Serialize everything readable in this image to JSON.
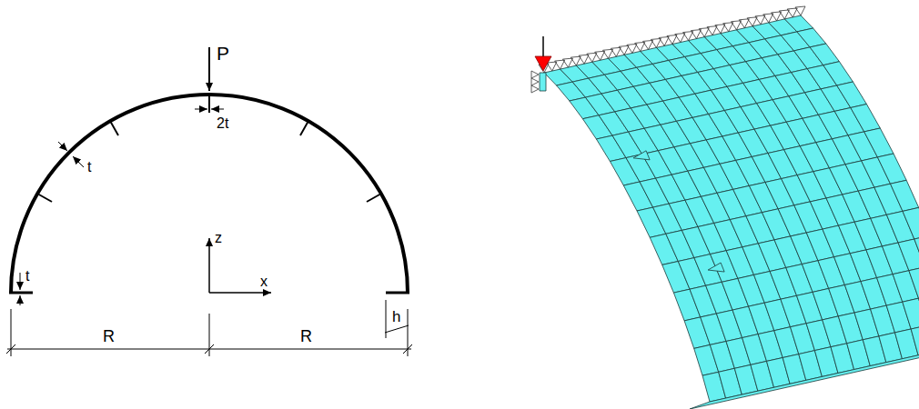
{
  "diagram": {
    "labels": [
      "P",
      "2t",
      "t",
      "z",
      "x",
      "t",
      "R",
      "R",
      "h"
    ]
  }
}
